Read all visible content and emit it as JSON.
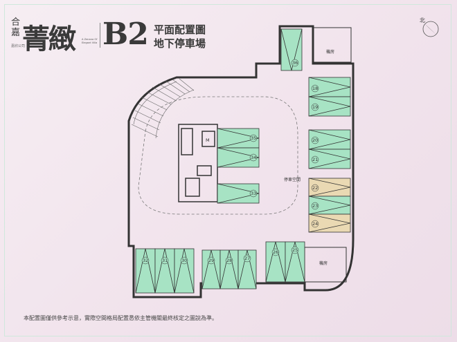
{
  "header": {
    "brand_small": "合嘉",
    "brand_big": "菁緻",
    "brand_sub": "嘉欣公司",
    "brand_en": "A Zenana Of Elegant Villa",
    "level": "B2",
    "subtitle_1": "平面配置圖",
    "subtitle_2": "地下停車場"
  },
  "compass": {
    "label": "北",
    "icon": "north-arrow-icon"
  },
  "rooms": {
    "machine_room_top": "機房",
    "machine_room_bottom": "機房",
    "parking_space": "停車空間"
  },
  "spots": {
    "s36": "36",
    "s18": "18",
    "s19": "19",
    "s20": "20",
    "s21": "21",
    "s22": "22",
    "s23": "23",
    "s24": "24",
    "s35": "35",
    "s34": "34",
    "s33": "33",
    "s32": "32",
    "s31": "31",
    "s30": "30",
    "s29": "29",
    "s28": "28",
    "s27": "27",
    "s26": "26",
    "s25": "25"
  },
  "footnote": "本配置圖僅供參考示意，實際空間格局配置悉依主管機關最終核定之圖說為準。",
  "colors": {
    "spot_green": "#a7e3c4",
    "spot_tan": "#ead9b3",
    "wall": "#333333"
  }
}
